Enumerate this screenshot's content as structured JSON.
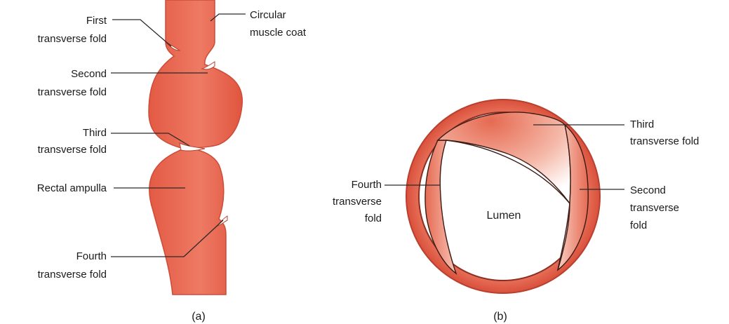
{
  "panel_a": {
    "caption": "(a)",
    "labels": {
      "first_fold_1": "First",
      "first_fold_2": "transverse fold",
      "circular_1": "Circular",
      "circular_2": "muscle coat",
      "second_fold_1": "Second",
      "second_fold_2": "transverse fold",
      "third_fold_1": "Third",
      "third_fold_2": "transverse fold",
      "ampulla": "Rectal ampulla",
      "fourth_fold_1": "Fourth",
      "fourth_fold_2": "transverse fold"
    }
  },
  "panel_b": {
    "caption": "(b)",
    "labels": {
      "fourth_1": "Fourth",
      "fourth_2": "transverse",
      "fourth_3": "fold",
      "lumen": "Lumen",
      "third_1": "Third",
      "third_2": "transverse fold",
      "second_1": "Second",
      "second_2": "transverse",
      "second_3": "fold"
    }
  },
  "colors": {
    "rectum_fill": "#e8664f",
    "rectum_edge": "#c84a36",
    "ring_fill": "#e3604a",
    "ring_edge": "#b9402e",
    "fold_highlight": "#ffffff"
  }
}
